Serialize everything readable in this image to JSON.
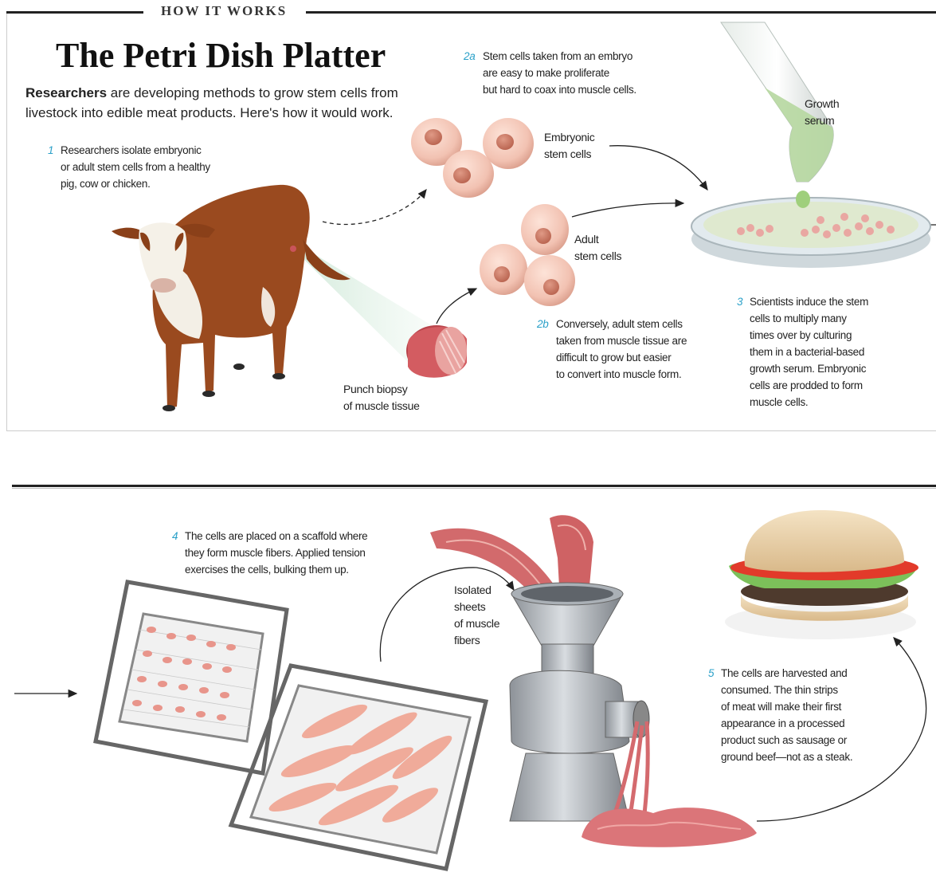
{
  "header": {
    "kicker": "HOW IT WORKS",
    "title": "The Petri Dish Platter"
  },
  "dek": {
    "lead": "Researchers",
    "rest": " are developing methods to grow stem cells from livestock into edible meat products. Here's how it would work."
  },
  "steps": {
    "s1": {
      "num": "1",
      "lines": [
        "Researchers isolate embryonic",
        "or adult stem cells from a healthy",
        "pig, cow or chicken."
      ]
    },
    "s2a": {
      "num": "2a",
      "lines": [
        "Stem cells taken from an embryo",
        "are easy to make proliferate",
        "but hard to coax into muscle cells."
      ]
    },
    "s2b": {
      "num": "2b",
      "lines": [
        "Conversely, adult stem cells",
        "taken from muscle tissue are",
        "difficult to grow but easier",
        "to convert into muscle form."
      ]
    },
    "s3": {
      "num": "3",
      "lines": [
        "Scientists induce the stem",
        "cells to multiply many",
        "times over by culturing",
        "them in a bacterial-based",
        "growth serum. Embryonic",
        "cells are prodded to form",
        "muscle cells."
      ]
    },
    "s4": {
      "num": "4",
      "lines": [
        "The cells are placed on a scaffold where",
        "they form muscle fibers. Applied tension",
        "exercises the cells, bulking them up."
      ]
    },
    "s5": {
      "num": "5",
      "lines": [
        "The cells are harvested and",
        "consumed. The thin strips",
        "of meat will make their first",
        "appearance in a processed",
        "product such as sausage or",
        "ground beef—not as a steak."
      ]
    }
  },
  "labels": {
    "embryonic": [
      "Embryonic",
      "stem cells"
    ],
    "adult": [
      "Adult",
      "stem cells"
    ],
    "growth": [
      "Growth",
      "serum"
    ],
    "biopsy": [
      "Punch biopsy",
      "of muscle tissue"
    ],
    "sheets": [
      "Isolated",
      "sheets",
      "of muscle",
      "fibers"
    ]
  },
  "colors": {
    "accent": "#2aa0c8",
    "cow": "#9a4a1f",
    "cell": "#f2c7b8",
    "meat": "#e38a80"
  }
}
